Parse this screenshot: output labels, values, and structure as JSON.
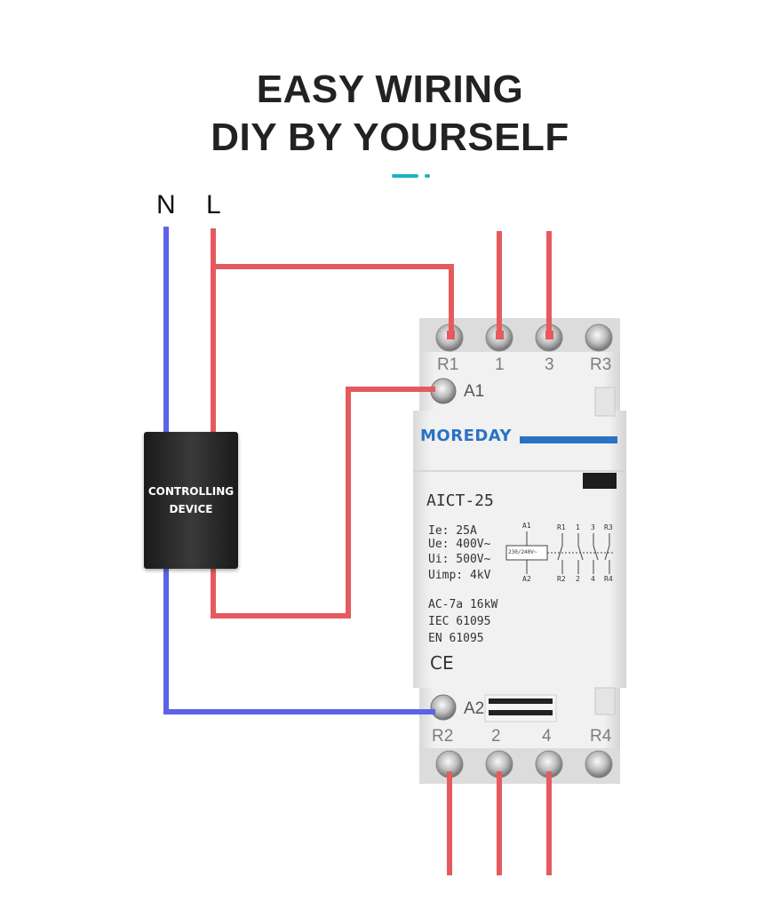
{
  "headline": {
    "line1": "EASY WIRING",
    "line2": "DIY BY YOURSELF"
  },
  "wire_labels": {
    "neutral": "N",
    "live": "L"
  },
  "controller": {
    "text": "CONTROLLING\nDEVICE"
  },
  "contactor": {
    "brand": "MOREDAY",
    "top_terminals": [
      "R1",
      "1",
      "3",
      "R3"
    ],
    "bottom_terminals": [
      "R2",
      "2",
      "4",
      "R4"
    ],
    "coil_top": "A1",
    "coil_bottom": "A2",
    "model": "AICT-25",
    "ratings": {
      "ie": "Ie:  25A",
      "ue": "Ue:  400V~",
      "ui": "Ui:  500V~",
      "uimp": "Uimp: 4kV",
      "ac7a": "AC-7a   16kW",
      "iec": "IEC 61095",
      "en": "EN 61095",
      "ce": "CE"
    },
    "schematic": {
      "a1": "A1",
      "a2": "A2",
      "coil_label": "230/240V~",
      "top": [
        "R1",
        "1",
        "3",
        "R3"
      ],
      "bottom": [
        "R2",
        "2",
        "4",
        "R4"
      ]
    }
  },
  "colors": {
    "live_wire": "#e65a5e",
    "neutral_wire": "#5c63e6",
    "accent": "#18b3c8",
    "brand": "#2a73c4"
  }
}
